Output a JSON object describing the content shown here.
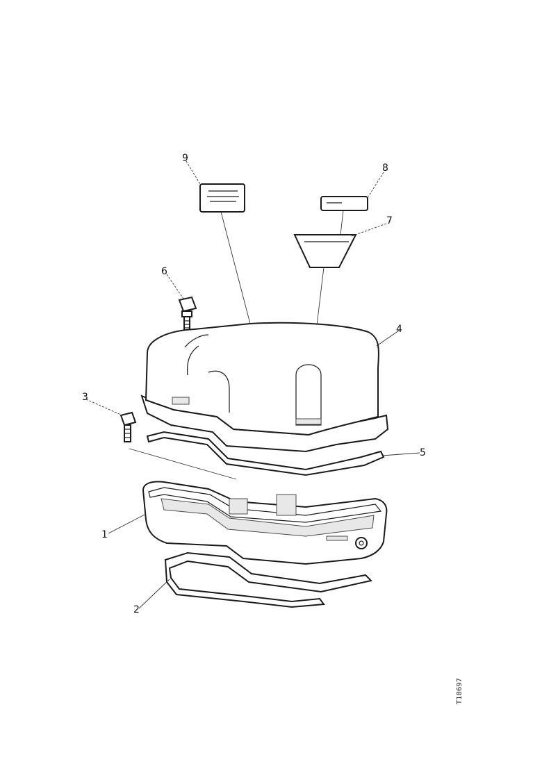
{
  "callouts": [
    {
      "id": "c1",
      "text": "1"
    },
    {
      "id": "c2",
      "text": "2"
    },
    {
      "id": "c3",
      "text": "3"
    },
    {
      "id": "c4",
      "text": "4"
    },
    {
      "id": "c5",
      "text": "5"
    },
    {
      "id": "c6",
      "text": "6"
    },
    {
      "id": "c7",
      "text": "7"
    },
    {
      "id": "c8",
      "text": "8"
    },
    {
      "id": "c9",
      "text": "9"
    }
  ],
  "reference_code": "T18697"
}
